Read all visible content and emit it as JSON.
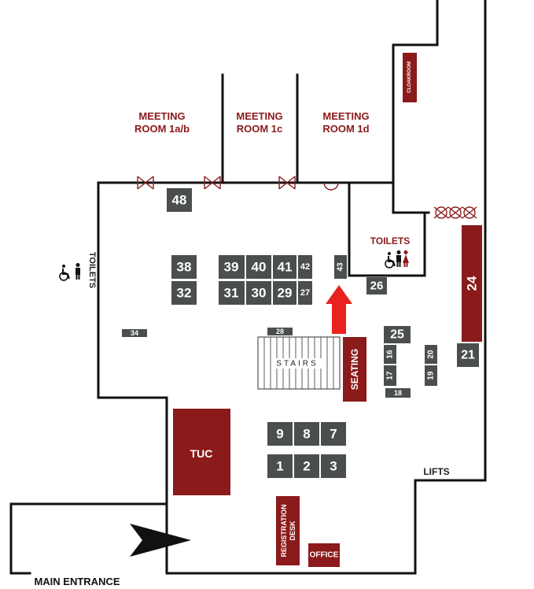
{
  "labels": {
    "meeting_1ab_l1": "MEETING",
    "meeting_1ab_l2": "ROOM 1a/b",
    "meeting_1c_l1": "MEETING",
    "meeting_1c_l2": "ROOM 1c",
    "meeting_1d_l1": "MEETING",
    "meeting_1d_l2": "ROOM 1d",
    "cloakroom": "CLOAKROOM",
    "toilets_left": "TOILETS",
    "toilets_right": "TOILETS",
    "stairs": "STAIRS",
    "seating": "SEATING",
    "tuc": "TUC",
    "registration_l1": "REGISTRATION",
    "registration_l2": "DESK",
    "office": "OFFICE",
    "lifts": "LIFTS",
    "main_entrance": "MAIN ENTRANCE"
  },
  "booths": {
    "b1": "1",
    "b2": "2",
    "b3": "3",
    "b7": "7",
    "b8": "8",
    "b9": "9",
    "b16": "16",
    "b17": "17",
    "b18": "18",
    "b19": "19",
    "b20": "20",
    "b21": "21",
    "b24": "24",
    "b25": "25",
    "b26": "26",
    "b27": "27",
    "b28": "28",
    "b29": "29",
    "b30": "30",
    "b31": "31",
    "b32": "32",
    "b34": "34",
    "b38": "38",
    "b39": "39",
    "b40": "40",
    "b41": "41",
    "b42": "42",
    "b43": "43",
    "b48": "48"
  },
  "icons": {
    "wheelchair": "wheelchair-icon",
    "person_male": "person-male-icon",
    "person_female": "person-female-icon",
    "entrance_arrow": "entrance-arrow-icon",
    "up_arrow": "up-arrow-icon"
  },
  "colors": {
    "booth": "#4a4f4c",
    "feature_red": "#8b1a1a",
    "arrow_red": "#e8231f",
    "wall": "#111111"
  }
}
